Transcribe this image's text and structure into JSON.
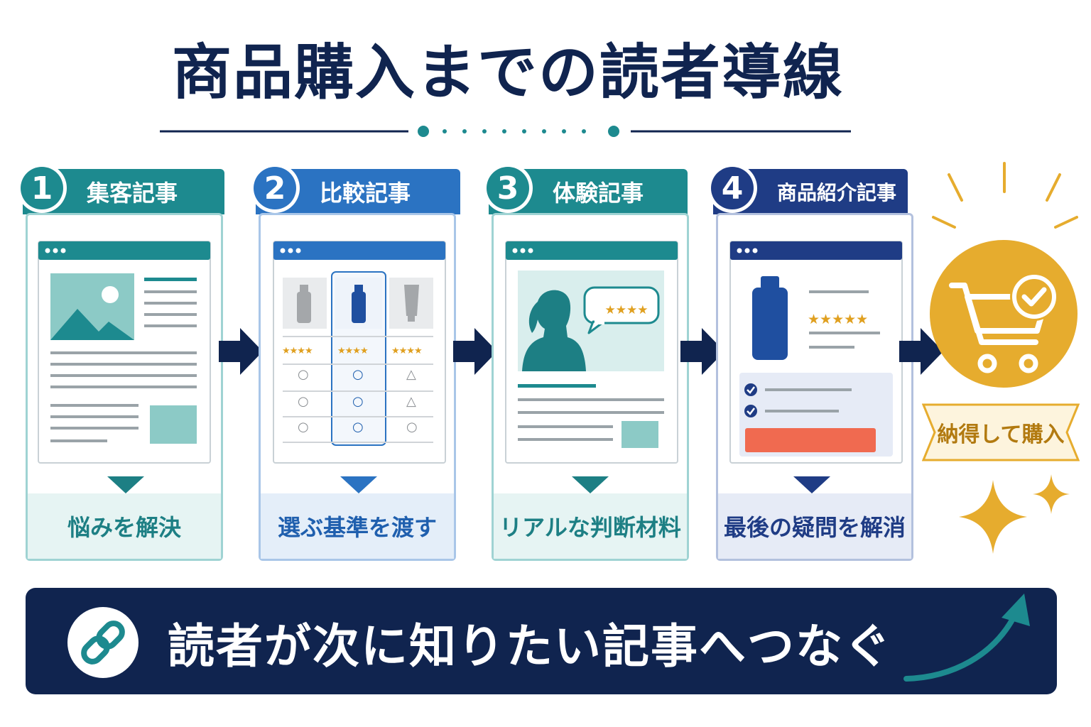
{
  "title": "商品購入までの読者導線",
  "steps": [
    {
      "number": "1",
      "title": "集客記事",
      "caption": "悩みを解決",
      "color": "#1d8a8f",
      "light": "#e6f4f3",
      "text": "#1d7f84"
    },
    {
      "number": "2",
      "title": "比較記事",
      "caption": "選ぶ基準を渡す",
      "color": "#2b73c2",
      "light": "#e4eef9",
      "text": "#1f5fae"
    },
    {
      "number": "3",
      "title": "体験記事",
      "caption": "リアルな判断材料",
      "color": "#1d8a8f",
      "light": "#e6f4f3",
      "text": "#1d7f84"
    },
    {
      "number": "4",
      "title": "商品紹介記事",
      "caption": "最後の疑問を解消",
      "color": "#1f3c85",
      "light": "#e6ebf6",
      "text": "#1f3c85"
    }
  ],
  "comparison": {
    "stars": [
      "★★★★",
      "★★★★",
      "★★★★"
    ],
    "grid": [
      [
        "○",
        "○",
        "△"
      ],
      [
        "○",
        "○",
        "△"
      ],
      [
        "○",
        "○",
        "○"
      ]
    ]
  },
  "review_stars": "★★★★",
  "product_stars": "★★★★★",
  "goal": {
    "label": "納得して購入",
    "color": "#e6ac2e"
  },
  "banner": {
    "text": "読者が次に知りたい記事へつなぐ"
  }
}
